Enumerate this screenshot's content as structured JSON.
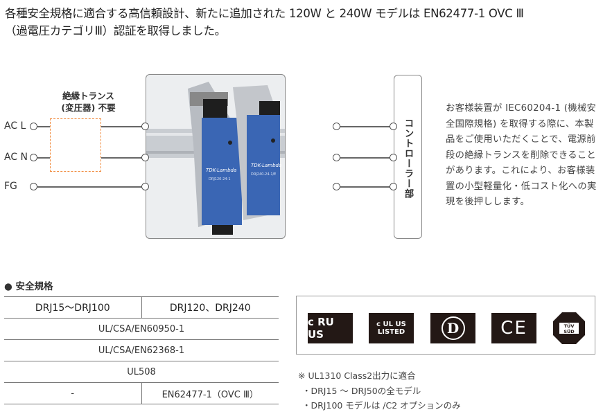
{
  "headline": {
    "line1": "各種安全規格に適合する高信頼設計、新たに追加された 120W と 240W モデルは EN62477-1 OVC Ⅲ",
    "line2": "（過電圧カテゴリⅢ）認証を取得しました。"
  },
  "diagram": {
    "inputs": [
      "AC L",
      "AC N",
      "FG"
    ],
    "transformer_label_1": "絶縁トランス",
    "transformer_label_2": "(変圧器) 不要",
    "controller_label": "コントローラー部",
    "product_brand": "TDK-Lambda",
    "product_models": [
      "DRJ120-24-1",
      "DRJ240-24-1/E"
    ],
    "colors": {
      "transformer_dash": "#f08a3c",
      "module_blue": "#3a66b4"
    }
  },
  "description": "お客様装置が IEC60204-1 (機械安全国際規格) を取得する際に、本製品をご使用いただくことで、電源前段の絶縁トランスを削除できることがあります。これにより、お客様装置の小型軽量化・低コスト化への実現を後押しします。",
  "safety": {
    "heading": "● 安全規格",
    "columns": [
      "DRJ15～DRJ100",
      "DRJ120、DRJ240"
    ],
    "rows": [
      {
        "span": "UL/CSA/EN60950-1"
      },
      {
        "span": "UL/CSA/EN62368-1"
      },
      {
        "span": "UL508"
      },
      {
        "left": "-",
        "right": "EN62477-1（OVC Ⅲ）"
      }
    ]
  },
  "logos": [
    {
      "icon": "cru-us-logo-icon",
      "text": "c RU US"
    },
    {
      "icon": "c-ul-us-listed-logo-icon",
      "text": "c UL US LISTED"
    },
    {
      "icon": "d-mark-logo-icon",
      "text": "D"
    },
    {
      "icon": "ce-mark-logo-icon",
      "text": "CE"
    },
    {
      "icon": "tuv-sud-logo-icon",
      "text": "TÜV SÜD"
    }
  ],
  "notes": {
    "main": "※ UL1310 Class2出力に適合",
    "items": [
      "・DRJ15 ～ DRJ50の全モデル",
      "・DRJ100 モデルは /C2 オプションのみ"
    ]
  }
}
